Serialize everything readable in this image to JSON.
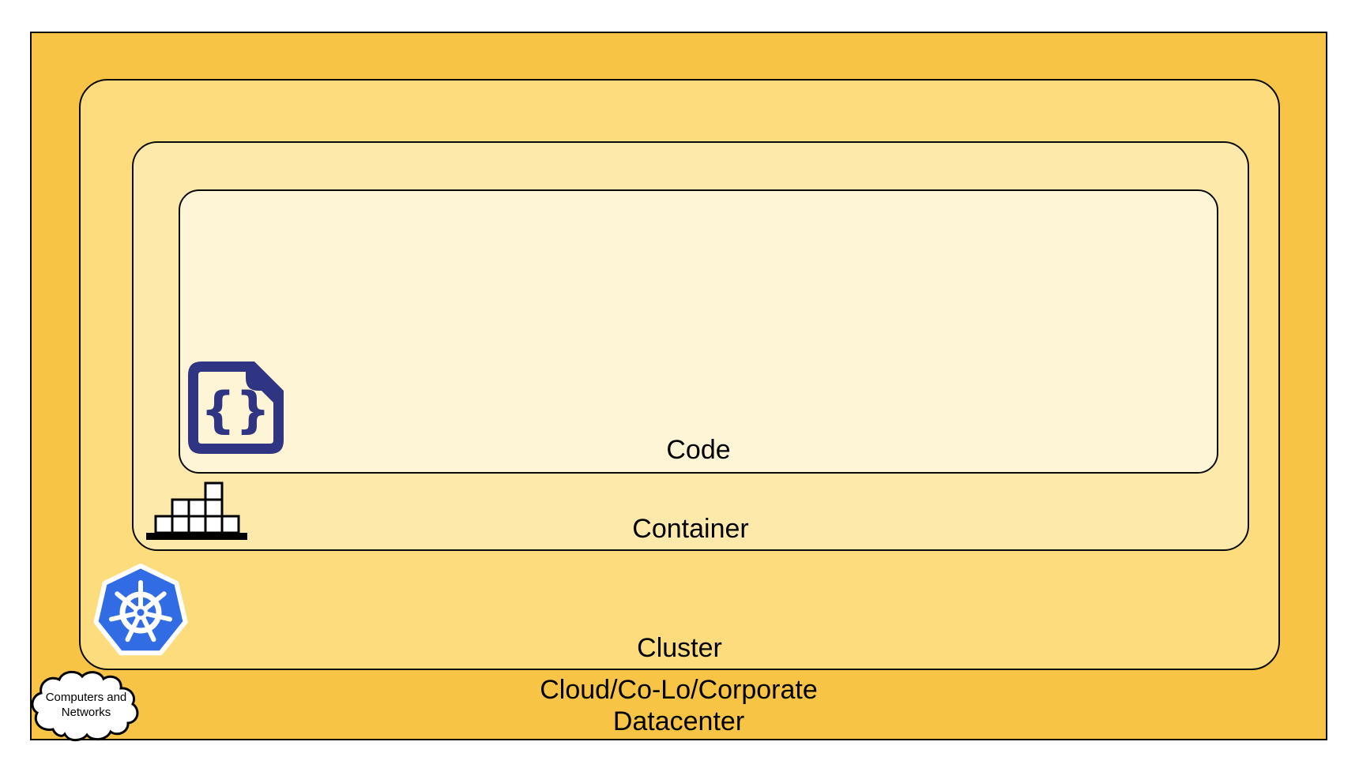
{
  "diagram": {
    "layers": {
      "datacenter": {
        "label_line1": "Cloud/Co-Lo/Corporate",
        "label_line2": "Datacenter",
        "fill": "#F8C445"
      },
      "cluster": {
        "label": "Cluster",
        "fill": "#FCDC7D"
      },
      "container": {
        "label": "Container",
        "fill": "#FDEAAB"
      },
      "code": {
        "label": "Code",
        "fill": "#FEF4D6"
      }
    },
    "cloud_callout": {
      "line1": "Computers and",
      "line2": "Networks"
    },
    "icons": {
      "code_icon_glyph": "{}"
    },
    "colors": {
      "border": "#0A0A0A",
      "code_icon_navy": "#2F3582",
      "kubernetes_blue": "#326CE5",
      "block_fill": "#FFFFFF",
      "block_stroke": "#000000",
      "cloud_fill": "#FFFFFF"
    }
  }
}
